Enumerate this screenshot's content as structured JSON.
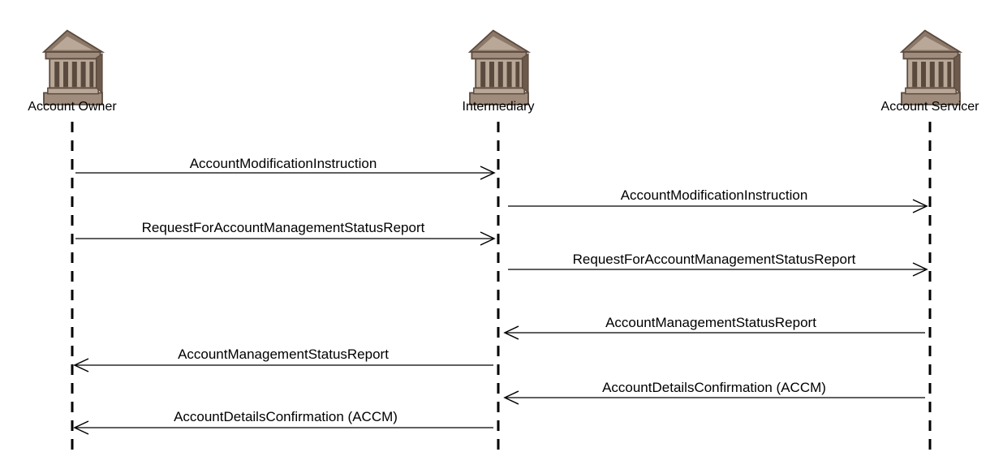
{
  "actors": [
    {
      "label": "Account Owner",
      "icon": "bank-building-icon"
    },
    {
      "label": "Intermediary",
      "icon": "bank-building-icon"
    },
    {
      "label": "Account Servicer",
      "icon": "bank-building-icon"
    }
  ],
  "messages": [
    {
      "label": "AccountModificationInstruction",
      "from": 0,
      "to": 1
    },
    {
      "label": "AccountModificationInstruction",
      "from": 1,
      "to": 2
    },
    {
      "label": "RequestForAccountManagementStatusReport",
      "from": 0,
      "to": 1
    },
    {
      "label": "RequestForAccountManagementStatusReport",
      "from": 1,
      "to": 2
    },
    {
      "label": "AccountManagementStatusReport",
      "from": 2,
      "to": 1
    },
    {
      "label": "AccountManagementStatusReport",
      "from": 1,
      "to": 0
    },
    {
      "label": "AccountDetailsConfirmation (ACCM)",
      "from": 2,
      "to": 1
    },
    {
      "label": "AccountDetailsConfirmation (ACCM)",
      "from": 1,
      "to": 0
    }
  ],
  "colors": {
    "icon_fill": "#a08c7d",
    "icon_stroke": "#5a4a3e",
    "icon_dark": "#6e5a4c",
    "line": "#000000"
  }
}
